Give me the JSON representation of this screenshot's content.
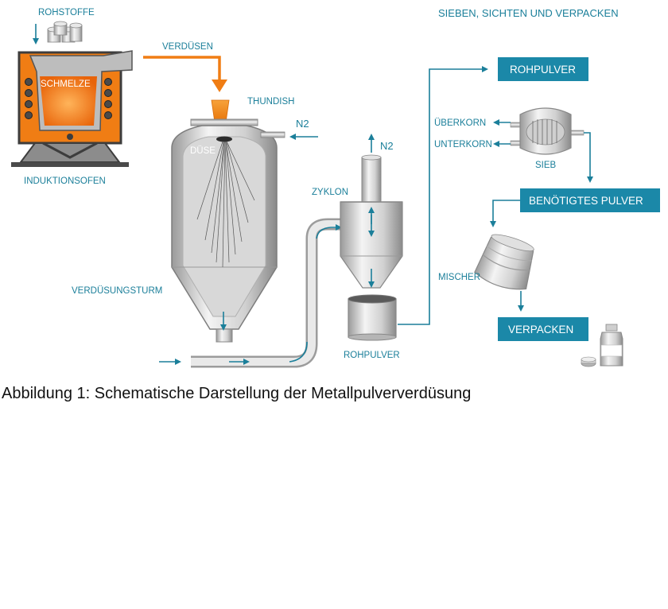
{
  "diagram": {
    "labels": {
      "rohstoffe": "ROHSTOFFE",
      "schmelze": "SCHMELZE",
      "induktionsofen": "INDUKTIONSOFEN",
      "verduesen": "VERDÜSEN",
      "thundish": "THUNDISH",
      "n2_inlet": "N2",
      "duese": "DÜSE",
      "verduesungsturm": "VERDÜSUNGSTURM",
      "zyklon": "ZYKLON",
      "n2_outlet": "N2",
      "rohpulver_container": "ROHPULVER",
      "section_title": "SIEBEN, SICHTEN UND VERPACKEN",
      "ueberkorn": "ÜBERKORN",
      "unterkorn": "UNTERKORN",
      "sieb": "SIEB",
      "mischer": "MISCHER"
    },
    "boxes": {
      "rohpulver": "ROHPULVER",
      "benoetigtes_pulver": "BENÖTIGTES PULVER",
      "verpacken": "VERPACKEN"
    },
    "colors": {
      "teal": "#1b7f9a",
      "orange": "#f07d14",
      "melt": "#f0821e",
      "dark": "#3d3d3d"
    }
  },
  "caption": "Abbildung 1: Schematische Darstellung der Metallpulververdüsung"
}
